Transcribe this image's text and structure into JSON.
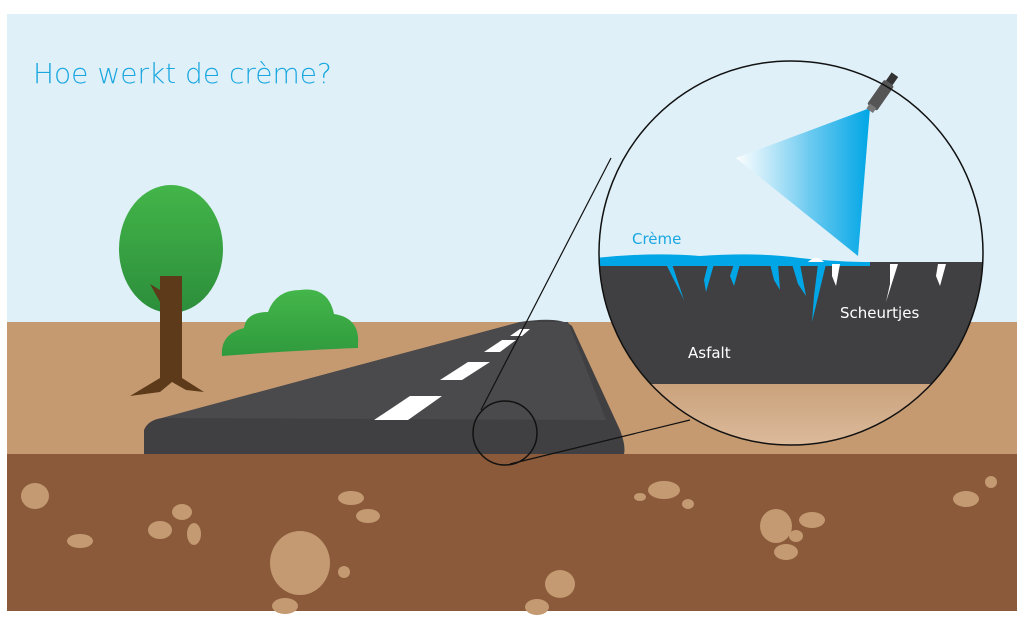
{
  "title": "Hoe werkt de crème?",
  "labels": {
    "creme": "Crème",
    "scheurtjes": "Scheurtjes",
    "asfalt": "Asfalt"
  },
  "colors": {
    "sky": "#dff0f8",
    "soil_top": "#c69a70",
    "soil_bottom": "#8a5a3a",
    "pebble": "#c79a70",
    "asphalt": "#404042",
    "asphalt_edge": "#4a4a4c",
    "tree_leaf": "#3ab54a",
    "tree_trunk": "#5c3a1a",
    "cream_blue": "#00a6e6",
    "title_blue": "#1aa7e0",
    "zoom_soil": "#c8a07c"
  }
}
